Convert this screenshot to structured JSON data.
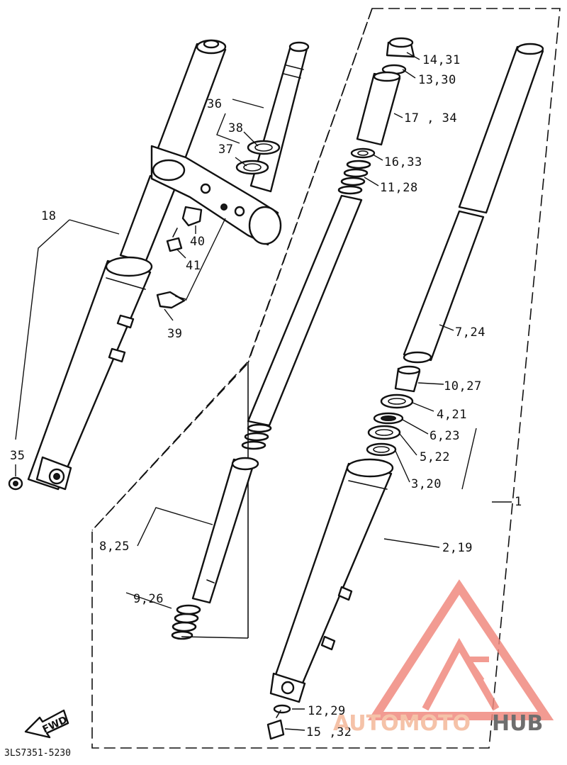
{
  "diagram": {
    "code": "3LS7351-5230",
    "fwd_label": "FWD",
    "labels": {
      "l1": "1",
      "l2_19": "2,19",
      "l3_20": "3,20",
      "l4_21": "4,21",
      "l5_22": "5,22",
      "l6_23": "6,23",
      "l7_24": "7,24",
      "l8_25": "8,25",
      "l9_26": "9,26",
      "l10_27": "10,27",
      "l11_28": "11,28",
      "l12_29": "12,29",
      "l13_30": "13,30",
      "l14_31": "14,31",
      "l15_32": "15 ,32",
      "l16_33": "16,33",
      "l17_34": "17 , 34",
      "l18": "18",
      "l35": "35",
      "l36": "36",
      "l37": "37",
      "l38": "38",
      "l39": "39",
      "l40": "40",
      "l41": "41"
    }
  },
  "watermark": {
    "part1": "AUTOMOTO",
    "part2": "HUB",
    "color_primary": "#f08a80",
    "color_secondary": "#555555"
  }
}
